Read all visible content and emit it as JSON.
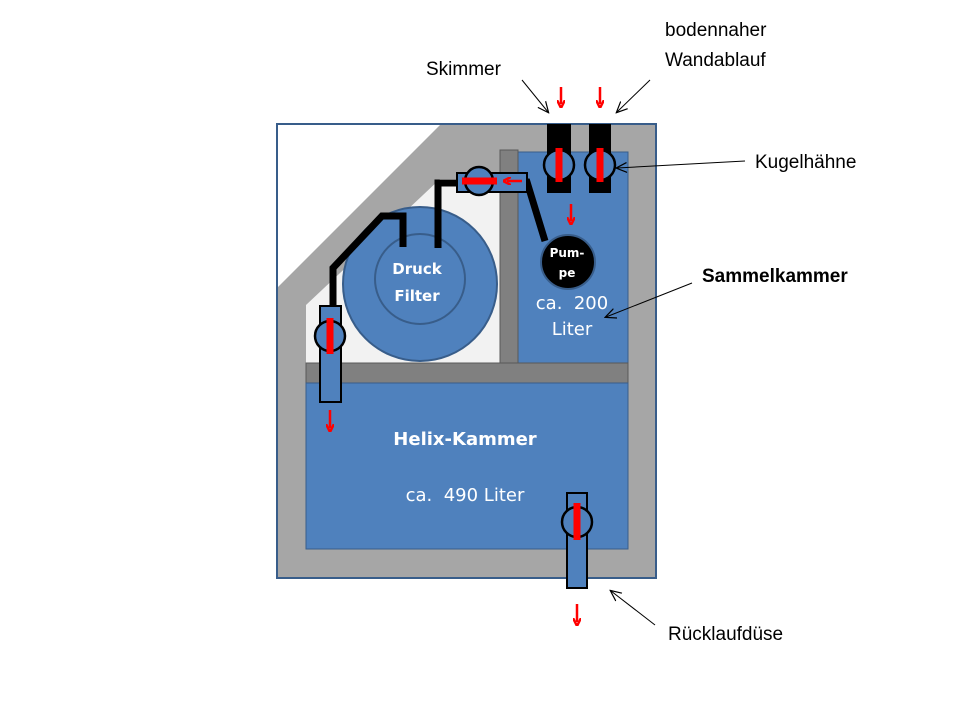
{
  "labels": {
    "skimmer": "Skimmer",
    "wall_drain_line1": "bodennaher",
    "wall_drain_line2": "Wandablauf",
    "ball_valves": "Kugelhähne",
    "collection_chamber": "Sammelkammer",
    "return_nozzle": "Rücklaufdüse"
  },
  "pump": {
    "line1": "Pum-",
    "line2": "pe"
  },
  "pressure_filter": {
    "line1": "Druck",
    "line2": "Filter"
  },
  "sammelkammer_volume": {
    "line1": "ca.  200",
    "line2": "Liter"
  },
  "helix": {
    "title": "Helix-Kammer",
    "volume": "ca.  490 Liter"
  },
  "colors": {
    "outer_wall": "#a6a6a6",
    "wall_border": "#385d8a",
    "water": "#4f81bd",
    "light_area": "#f2f2f2",
    "divider": "#808080",
    "pipe": "#000000",
    "flow_arrow": "#ff0000"
  }
}
